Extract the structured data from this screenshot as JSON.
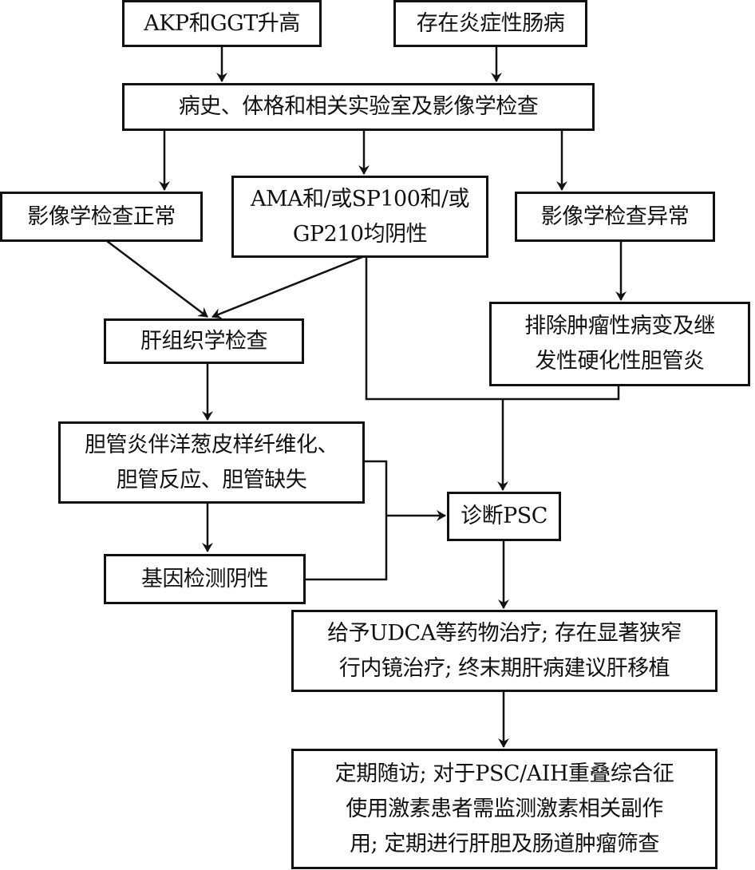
{
  "diagram": {
    "type": "flowchart",
    "topic": "PSC diagnosis and management",
    "nodes": [
      {
        "id": "akp_ggt",
        "lines": [
          "AKP和GGT升高"
        ]
      },
      {
        "id": "ibd",
        "lines": [
          "存在炎症性肠病"
        ]
      },
      {
        "id": "workup",
        "lines": [
          "病史、体格和相关实验室及影像学检查"
        ]
      },
      {
        "id": "imaging_normal",
        "lines": [
          "影像学检查正常"
        ]
      },
      {
        "id": "ama_negative",
        "lines": [
          "AMA和/或SP100和/或",
          "GP210均阴性"
        ]
      },
      {
        "id": "imaging_abnormal",
        "lines": [
          "影像学检查异常"
        ]
      },
      {
        "id": "liver_histology",
        "lines": [
          "肝组织学检查"
        ]
      },
      {
        "id": "exclude_secondary",
        "lines": [
          "排除肿瘤性病变及继",
          "发性硬化性胆管炎"
        ]
      },
      {
        "id": "histology_findings",
        "lines": [
          "胆管炎伴洋葱皮样纤维化、",
          "胆管反应、胆管缺失"
        ]
      },
      {
        "id": "diagnose_psc",
        "lines": [
          "诊断PSC"
        ]
      },
      {
        "id": "gene_negative",
        "lines": [
          "基因检测阴性"
        ]
      },
      {
        "id": "treatment",
        "lines": [
          "给予UDCA等药物治疗; 存在显著狭窄",
          "行内镜治疗; 终末期肝病建议肝移植"
        ]
      },
      {
        "id": "follow_up",
        "lines": [
          "定期随访; 对于PSC/AIH重叠综合征",
          "使用激素患者需监测激素相关副作",
          "用; 定期进行肝胆及肠道肿瘤筛查"
        ]
      }
    ],
    "edges": [
      {
        "from": "akp_ggt",
        "to": "workup"
      },
      {
        "from": "ibd",
        "to": "workup"
      },
      {
        "from": "workup",
        "to": "imaging_normal"
      },
      {
        "from": "workup",
        "to": "ama_negative"
      },
      {
        "from": "workup",
        "to": "imaging_abnormal"
      },
      {
        "from": "imaging_normal",
        "to": "liver_histology"
      },
      {
        "from": "ama_negative",
        "to": "liver_histology"
      },
      {
        "from": "imaging_abnormal",
        "to": "exclude_secondary"
      },
      {
        "from": "ama_negative",
        "to": "diagnose_psc"
      },
      {
        "from": "exclude_secondary",
        "to": "diagnose_psc"
      },
      {
        "from": "liver_histology",
        "to": "histology_findings"
      },
      {
        "from": "histology_findings",
        "to": "gene_negative"
      },
      {
        "from": "histology_findings",
        "to": "diagnose_psc"
      },
      {
        "from": "gene_negative",
        "to": "diagnose_psc"
      },
      {
        "from": "diagnose_psc",
        "to": "treatment"
      },
      {
        "from": "treatment",
        "to": "follow_up"
      }
    ]
  }
}
